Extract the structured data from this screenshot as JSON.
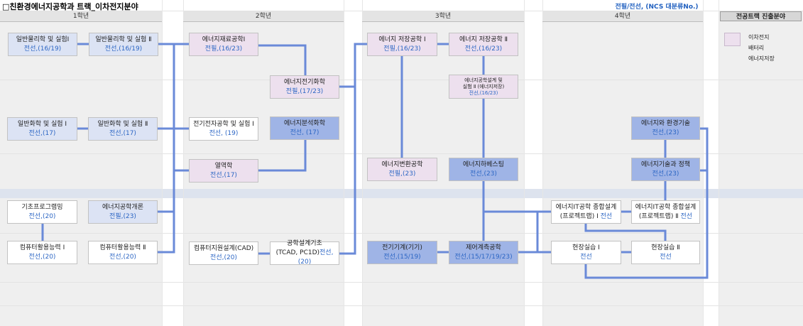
{
  "title": "□친환경에너지공학과 트랙_이차전지분야",
  "legend_header": "전필/전선, (NCS 대분류No.)",
  "years": {
    "y1": "1학년",
    "y2": "2학년",
    "y3": "3학년",
    "y4": "4학년",
    "track": "전공트랙 진출분야"
  },
  "legend": {
    "items": [
      "이차전지",
      "배터리",
      "에너지저장"
    ]
  },
  "courses": {
    "phys1": {
      "name": "일반물리학 및 실험Ⅰ",
      "sub": "전선,(16/19)"
    },
    "phys2": {
      "name": "일반물리학 및 실험 Ⅱ",
      "sub": "전선,(16/19)"
    },
    "chem1": {
      "name": "일반화학 및 실험 Ⅰ",
      "sub": "전선,(17)"
    },
    "chem2": {
      "name": "일반화학 및 실험 Ⅱ",
      "sub": "전선,(17)"
    },
    "prog": {
      "name": "기초프로그램밍",
      "sub": "전선,(20)"
    },
    "intro": {
      "name": "에너지공학개론",
      "sub": "전필,(23)"
    },
    "comp1": {
      "name": "컴퓨터활용능력 Ⅰ",
      "sub": "전선,(20)"
    },
    "comp2": {
      "name": "컴퓨터활용능력 Ⅱ",
      "sub": "전선,(20)"
    },
    "mat1": {
      "name": "에너지재료공학Ⅰ",
      "sub": "전필,(16/23)"
    },
    "echem": {
      "name": "에너지전기화학",
      "sub": "전필,(17/23)"
    },
    "elec1": {
      "name": "전기전자공학 및 실험 Ⅰ",
      "sub": "전선, (19)"
    },
    "anal": {
      "name": "에너지분석화학",
      "sub": "전선, (17)"
    },
    "thermo": {
      "name": "열역학",
      "sub": "전선,(17)"
    },
    "cad": {
      "name": "컴퓨터지원설계(CAD)",
      "sub": "전선,(20)"
    },
    "design_base": {
      "name": "공학설계기초",
      "name2": "(TCAD, PC1D)",
      "sub": "전선,(20)"
    },
    "store1": {
      "name": "에너지 저장공학 Ⅰ",
      "sub": "전필,(16/23)"
    },
    "store2": {
      "name": "에너지 저장공학 Ⅱ",
      "sub": "전선,(16/23)"
    },
    "design2": {
      "name": "에너지공학설계 및",
      "name2": "실험 Ⅱ (에너지저장)",
      "sub": "전선,(16/23)"
    },
    "conv": {
      "name": "에너지변환공학",
      "sub": "전필,(23)"
    },
    "harvest": {
      "name": "에너지하베스팅",
      "sub": "전선,(23)"
    },
    "machine": {
      "name": "전기기계(기기)",
      "sub": "전선,(15/19)"
    },
    "control": {
      "name": "제어계측공학",
      "sub": "전선,(15/17/19/23)"
    },
    "env": {
      "name": "에너지와 환경기술",
      "sub": "전선,(23)"
    },
    "policy": {
      "name": "에너지기술과 정책",
      "sub": "전선,(23)"
    },
    "it1": {
      "name": "에너지IT공학 종합설계",
      "name2": "(프로젝트랩) Ⅰ",
      "sub": "전선"
    },
    "it2": {
      "name": "에너지IT공학 종합설계",
      "name2": "(프로젝트랩) Ⅱ",
      "sub": "전선"
    },
    "field1": {
      "name": "현장실습 Ⅰ",
      "sub": "전선"
    },
    "field2": {
      "name": "현장실습 Ⅱ",
      "sub": "전선"
    }
  },
  "colors": {
    "line": "#6a8ad8",
    "blue_box": "#dce3f4",
    "pink_box": "#ede0ee",
    "dark_box": "#9fb4e6"
  }
}
